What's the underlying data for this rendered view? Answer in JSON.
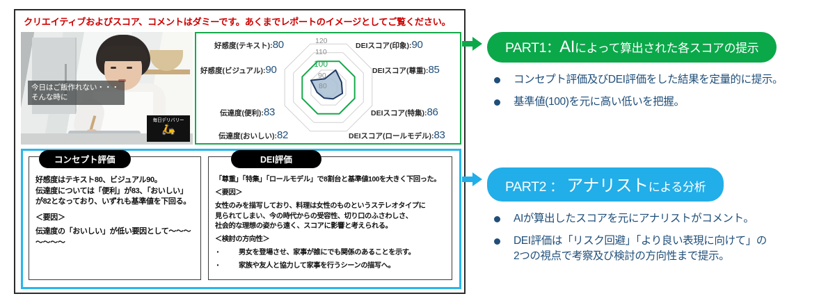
{
  "disclaimer": "クリエイティブおよびスコア、コメントはダミーです。あくまでレポートのイメージとしてご覧ください。",
  "video": {
    "caption": "今日はご飯作れない・・・\nそんな時に",
    "logo_text": "毎日デリバリー",
    "logo_icon": "🛵"
  },
  "chart_data": {
    "type": "radar",
    "title": "",
    "categories": [
      "DEIスコア(印象)",
      "DEIスコア(尊重)",
      "DEIスコア(特集)",
      "DEIスコア(ロールモデル)",
      "伝達度(おいしい)",
      "伝達度(便利)",
      "好感度(ビジュアル)",
      "好感度(テキスト)"
    ],
    "values": [
      90,
      85,
      86,
      83,
      82,
      83,
      90,
      80
    ],
    "rings": [
      80,
      90,
      100,
      110,
      120
    ],
    "ring_labels": [
      "80",
      "90",
      "100",
      "110",
      "120"
    ],
    "baseline": 100,
    "baseline_color": "#17a84a",
    "rlim": [
      70,
      120
    ],
    "series_name": "スコア",
    "series_fill": "#a8bfd4",
    "series_stroke": "#1f3864",
    "grid": true,
    "legend": false
  },
  "radar_labels": [
    {
      "name": "好感度(テキスト)",
      "score": "80"
    },
    {
      "name": "DEIスコア(印象)",
      "score": "90"
    },
    {
      "name": "好感度(ビジュアル)",
      "score": "90"
    },
    {
      "name": "DEIスコア(尊重)",
      "score": "85"
    },
    {
      "name": "伝達度(便利)",
      "score": "83"
    },
    {
      "name": "DEIスコア(特集)",
      "score": "86"
    },
    {
      "name": "伝達度(おいしい)",
      "score": "82"
    },
    {
      "name": "DEIスコア(ロールモデル)",
      "score": "83"
    }
  ],
  "concept_card": {
    "title": "コンセプト評価",
    "lines": [
      "好感度はテキスト80、ビジュアル90。",
      "伝達度については「便利」が83、「おいしい」",
      "が82となっており、いずれも基準値を下回る。"
    ],
    "factor_heading": "＜要因＞",
    "factor_lines": [
      "伝達度の「おいしい」が低い要因として～～～",
      "～～～～"
    ]
  },
  "dei_card": {
    "title": "DEI評価",
    "lead": "「尊重」「特集」「ロールモデル」で8割台と基準値100を大きく下回った。",
    "factor_heading": "＜要因＞",
    "factor_lines": [
      "女性のみを描写しており、料理は女性のものというステレオタイプに",
      "見られてしまい、今の時代からの受容性、切り口のふさわしさ、",
      "社会的な理想の姿から遠く、スコアに影響と考えられる。"
    ],
    "direction_heading": "＜検討の方向性＞",
    "direction_items": [
      "男女を登場させ、家事が誰にでも関係のあることを示す。",
      "家族や友人と協力して家事を行うシーンの描写へ。"
    ]
  },
  "part1": {
    "label": "PART1：",
    "title_big": "AI",
    "title_rest": "によって算出された各スコアの提示",
    "accent": "#0ba84a",
    "bullets": [
      "コンセプト評価及びDEI評価をした結果を定量的に提示。",
      "基準値(100)を元に高い低いを把握。"
    ]
  },
  "part2": {
    "label": "PART2 ：",
    "title_big": "アナリスト",
    "title_rest": "による分析",
    "accent": "#22aee8",
    "bullets": [
      "AIが算出したスコアを元にアナリストがコメント。",
      "DEI評価は「リスク回避」「より良い表現に向けて」の\n2つの視点で考察及び検討の方向性まで提示。"
    ]
  }
}
